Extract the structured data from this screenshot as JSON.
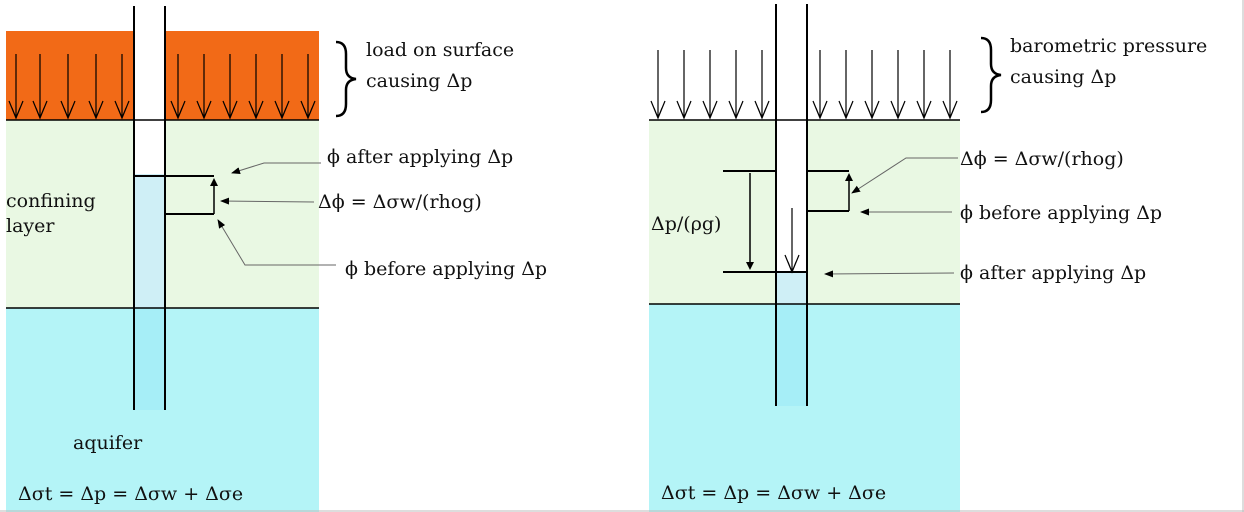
{
  "colors": {
    "load_block": "#f26a17",
    "confining_layer": "#e9f8e3",
    "aquifer": "#b4f4f7",
    "water_in_well": "#cfeff6",
    "water_in_well_aquifer": "#a6eef7",
    "line": "#000000",
    "leader": "#666666"
  },
  "left_panel": {
    "load_label_line1": "load on surface",
    "load_label_line2": "causing Δp",
    "phi_after": "ϕ after applying Δp",
    "delta_phi": "Δϕ = Δσw/(rhog)",
    "phi_before": "ϕ before applying Δp",
    "confining_line1": "confining",
    "confining_line2": "layer",
    "aquifer_label": "aquifer",
    "equation": "Δσt = Δp = Δσw + Δσe"
  },
  "right_panel": {
    "baro_label_line1": "barometric pressure",
    "baro_label_line2": "causing Δp",
    "delta_phi": "Δϕ = Δσw/(rhog)",
    "phi_before": "ϕ before applying Δp",
    "phi_after": "ϕ after applying Δp",
    "dp_rho_g": "Δp/(ρg)",
    "equation": "Δσt = Δp = Δσw + Δσe"
  }
}
